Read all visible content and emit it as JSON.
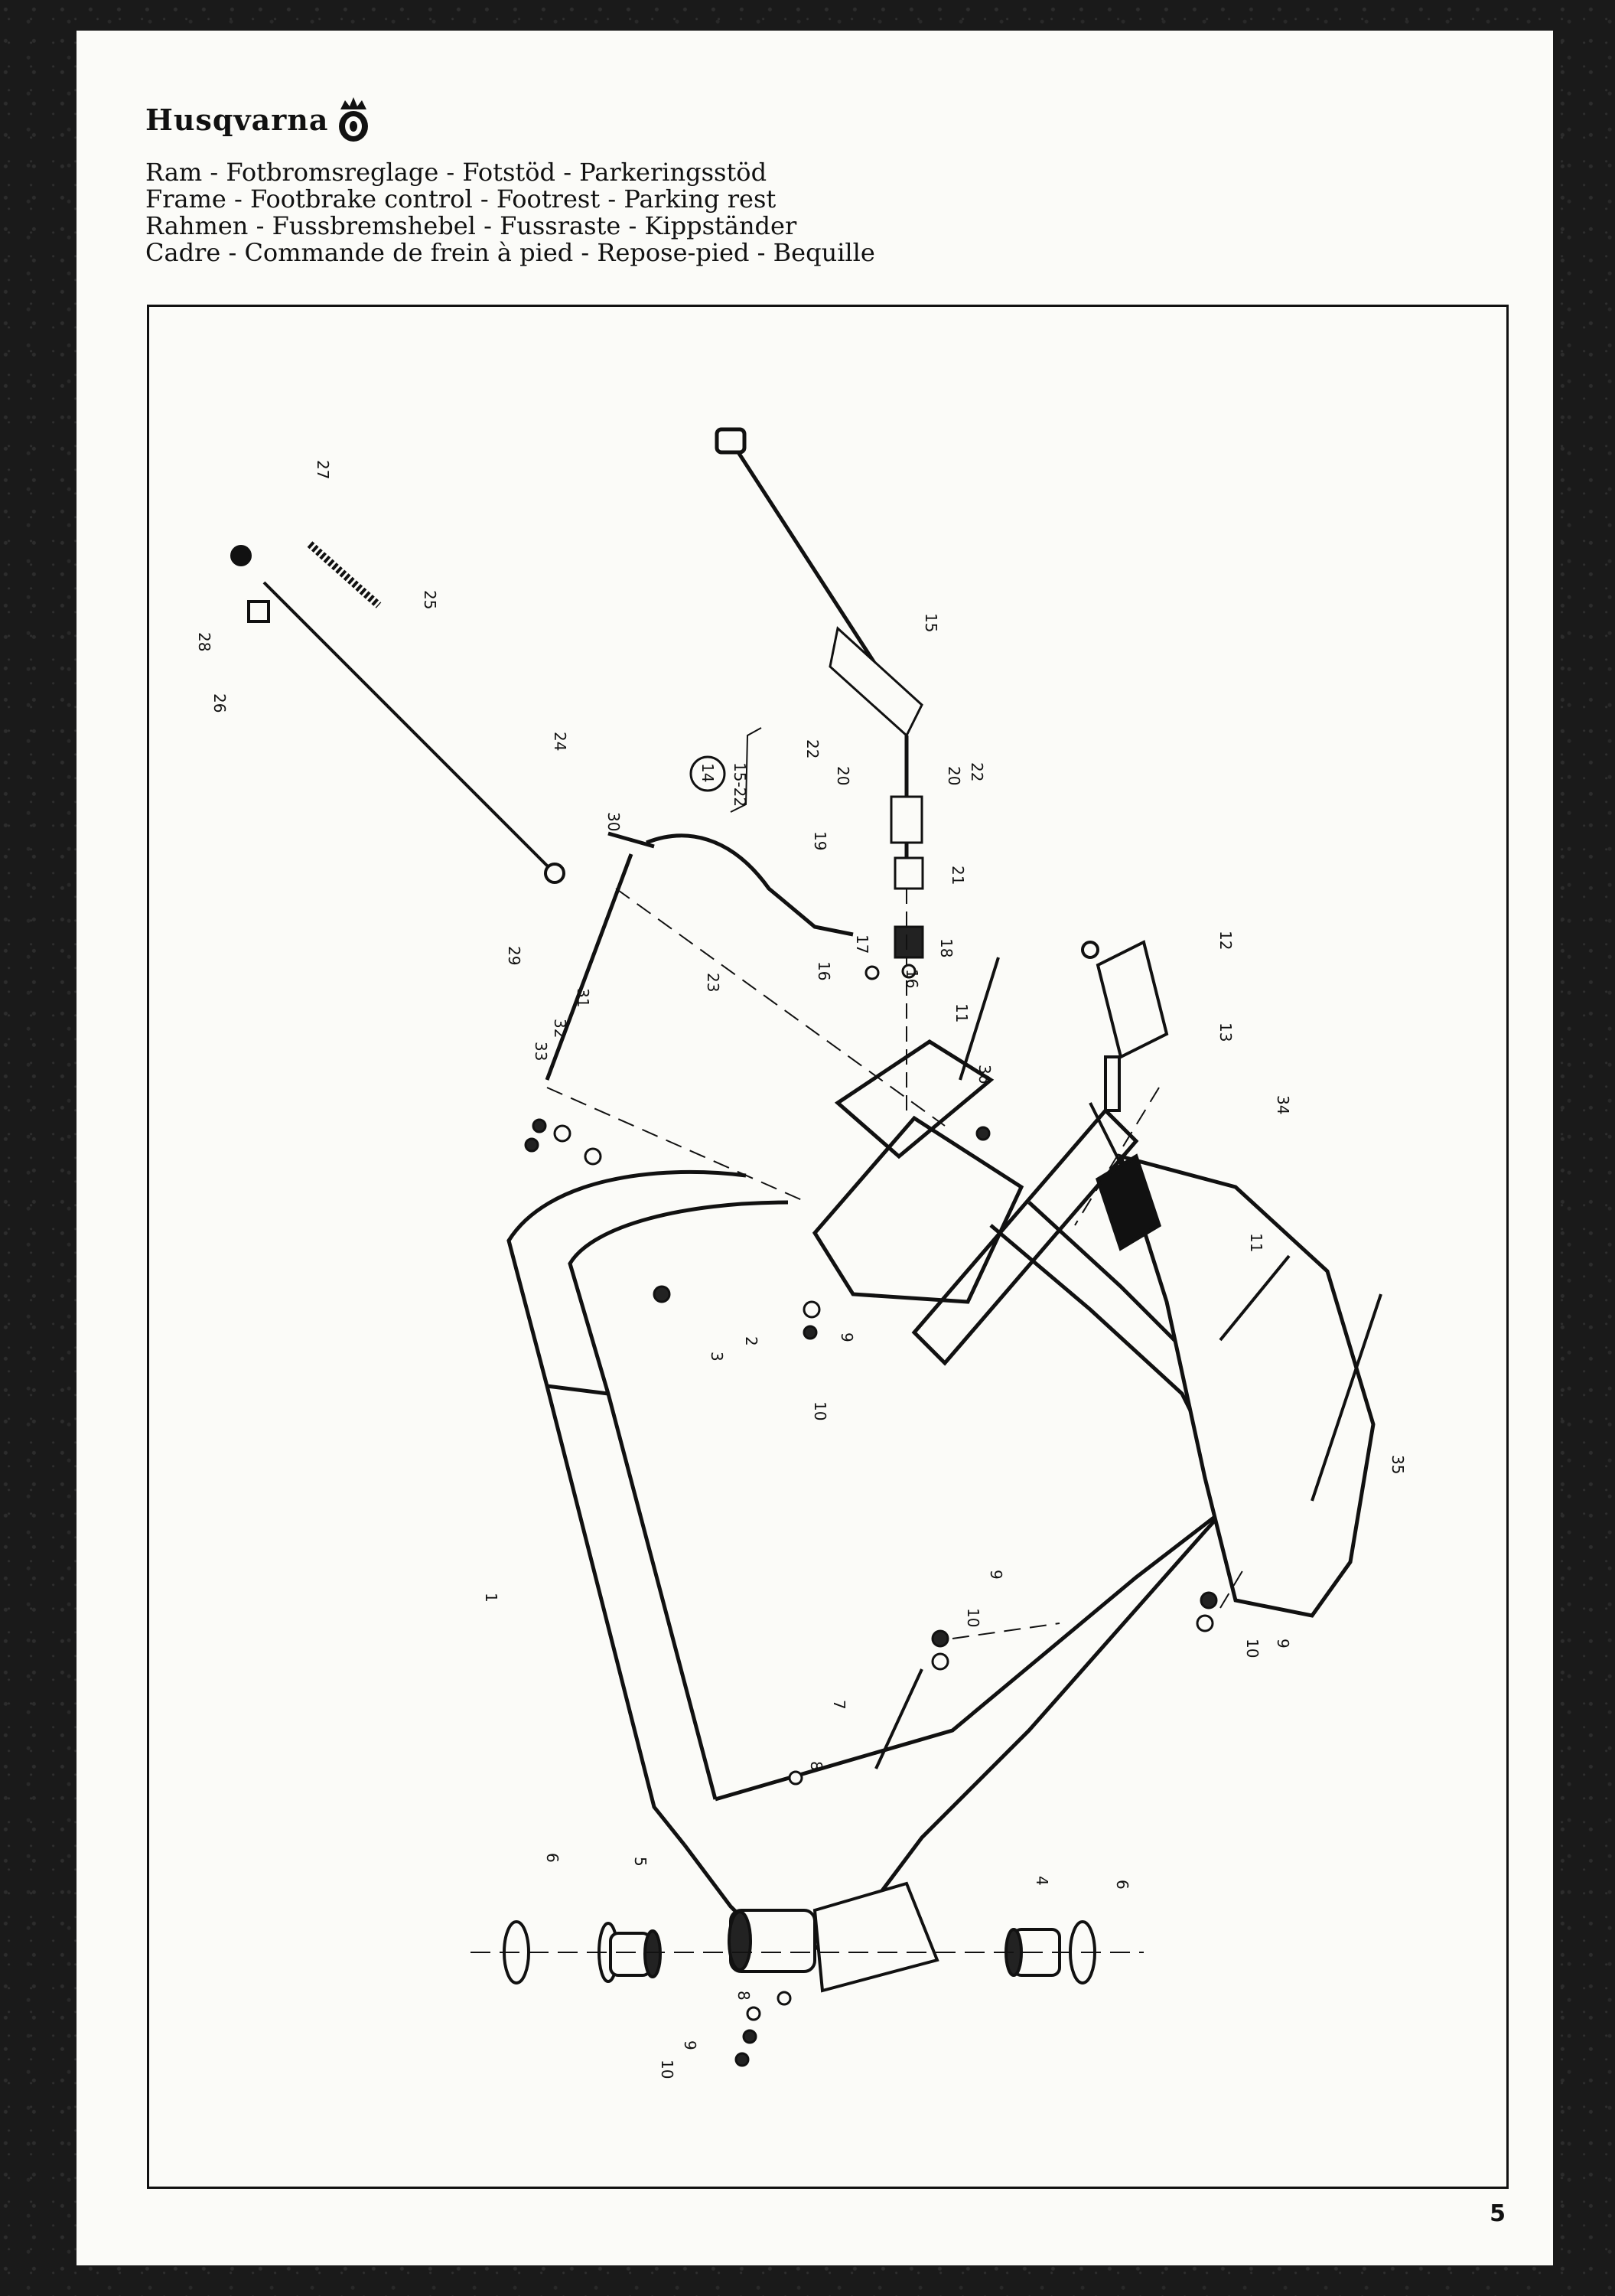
{
  "brand": {
    "name": "Husqvarna"
  },
  "titles": [
    "Ram - Fotbromsreglage - Fotstöd - Parkeringsstöd",
    "Frame - Footbrake control - Footrest - Parking rest",
    "Rahmen - Fussbremshebel - Fussraste - Kippständer",
    "Cadre - Commande de frein à pied - Repose-pied - Bequille"
  ],
  "page_number": "5",
  "group_label": {
    "circled": "14",
    "range": "15-22"
  },
  "callouts": [
    "1",
    "2",
    "3",
    "4",
    "5",
    "6",
    "6",
    "7",
    "8",
    "8",
    "9",
    "9",
    "9",
    "9",
    "10",
    "10",
    "10",
    "10",
    "11",
    "11",
    "12",
    "13",
    "15",
    "16",
    "16",
    "17",
    "18",
    "19",
    "20",
    "20",
    "21",
    "22",
    "22",
    "23",
    "24",
    "25",
    "26",
    "27",
    "28",
    "29",
    "30",
    "31",
    "32",
    "33",
    "34",
    "35",
    "36"
  ]
}
